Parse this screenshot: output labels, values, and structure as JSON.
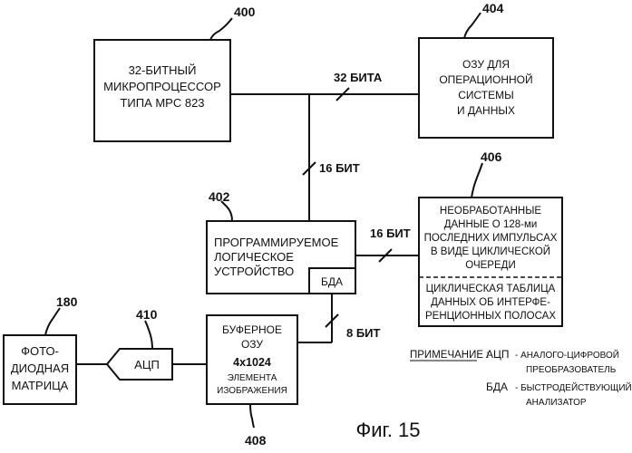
{
  "blocks": {
    "cpu": {
      "ref": "400",
      "lines": [
        "32-БИТНЫЙ",
        "МИКРОПРОЦЕССОР",
        "ТИПА MPC 823"
      ]
    },
    "ram": {
      "ref": "404",
      "lines": [
        "ОЗУ ДЛЯ",
        "ОПЕРАЦИОННОЙ",
        "СИСТЕМЫ",
        "И ДАННЫХ"
      ]
    },
    "pld": {
      "ref": "402",
      "lines": [
        "ПРОГРАММИРУЕМОЕ",
        "ЛОГИЧЕСКОЕ",
        "УСТРОЙСТВО"
      ],
      "sub": "БДА"
    },
    "memory406": {
      "ref": "406",
      "top_lines": [
        "НЕОБРАБОТАННЫЕ",
        "ДАННЫЕ О 128-ми",
        "ПОСЛЕДНИХ ИМПУЛЬСАХ",
        "В ВИДЕ ЦИКЛИЧЕСКОЙ",
        "ОЧЕРЕДИ"
      ],
      "bottom_lines": [
        "ЦИКЛИЧЕСКАЯ ТАБЛИЦА",
        "ДАННЫХ ОБ ИНТЕРФЕ-",
        "РЕНЦИОННЫХ ПОЛОСАХ"
      ]
    },
    "photodiode": {
      "ref": "180",
      "lines": [
        "ФОТО-",
        "ДИОДНАЯ",
        "МАТРИЦА"
      ]
    },
    "adc": {
      "ref": "410",
      "label": "АЦП"
    },
    "buffer": {
      "ref": "408",
      "lines": [
        "БУФЕРНОЕ",
        "ОЗУ"
      ],
      "size": "4x1024",
      "sub_lines": [
        "ЭЛЕМЕНТА",
        "ИЗОБРАЖЕНИЯ"
      ]
    }
  },
  "buses": {
    "cpu_ram": "32 БИТА",
    "cpu_pld": "16 БИТ",
    "pld_mem": "16 БИТ",
    "pld_buf": "8 БИТ"
  },
  "note": {
    "title": "ПРИМЕЧАНИЕ :",
    "entries": [
      {
        "abbr": "АЦП",
        "lines": [
          "- АНАЛОГО-ЦИФРОВОЙ",
          "ПРЕОБРАЗОВАТЕЛЬ"
        ]
      },
      {
        "abbr": "БДА",
        "lines": [
          "- БЫСТРОДЕЙСТВУЮЩИЙ",
          "АНАЛИЗАТОР"
        ]
      }
    ]
  },
  "figure_caption": "Фиг. 15"
}
